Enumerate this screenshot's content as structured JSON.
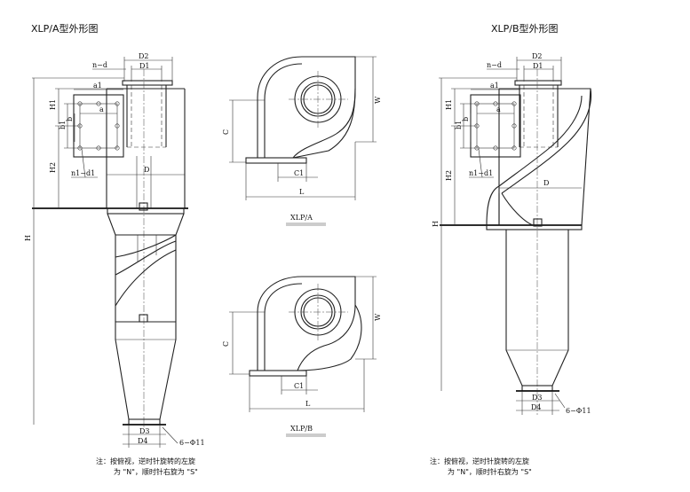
{
  "titles": {
    "xlp_a": "XLP/A型外形图",
    "xlp_b": "XLP/B型外形图"
  },
  "captions": {
    "top_view_a": "XLP/A",
    "top_view_b": "XLP/B"
  },
  "dimensions": {
    "D2": "D2",
    "D1": "D1",
    "n_d": "n−d",
    "a1": "a1",
    "a": "a",
    "H1": "H1",
    "b1": "b1",
    "b": "b",
    "H2": "H2",
    "n1_d1": "n1−d1",
    "D": "D",
    "H": "H",
    "D3": "D3",
    "D4": "D4",
    "holes": "6−Φ11",
    "C": "C",
    "C1": "C1",
    "L": "L",
    "W": "W"
  },
  "notes": {
    "left_line1": "注：按俯视，逆时针旋转的左旋",
    "left_line2": "为 \"N\"，顺时针右旋为 \"S\"",
    "right_line1": "注：按俯视，逆时针旋转的左旋",
    "right_line2": "为 \"N\"，顺时针右旋为 \"S\""
  }
}
